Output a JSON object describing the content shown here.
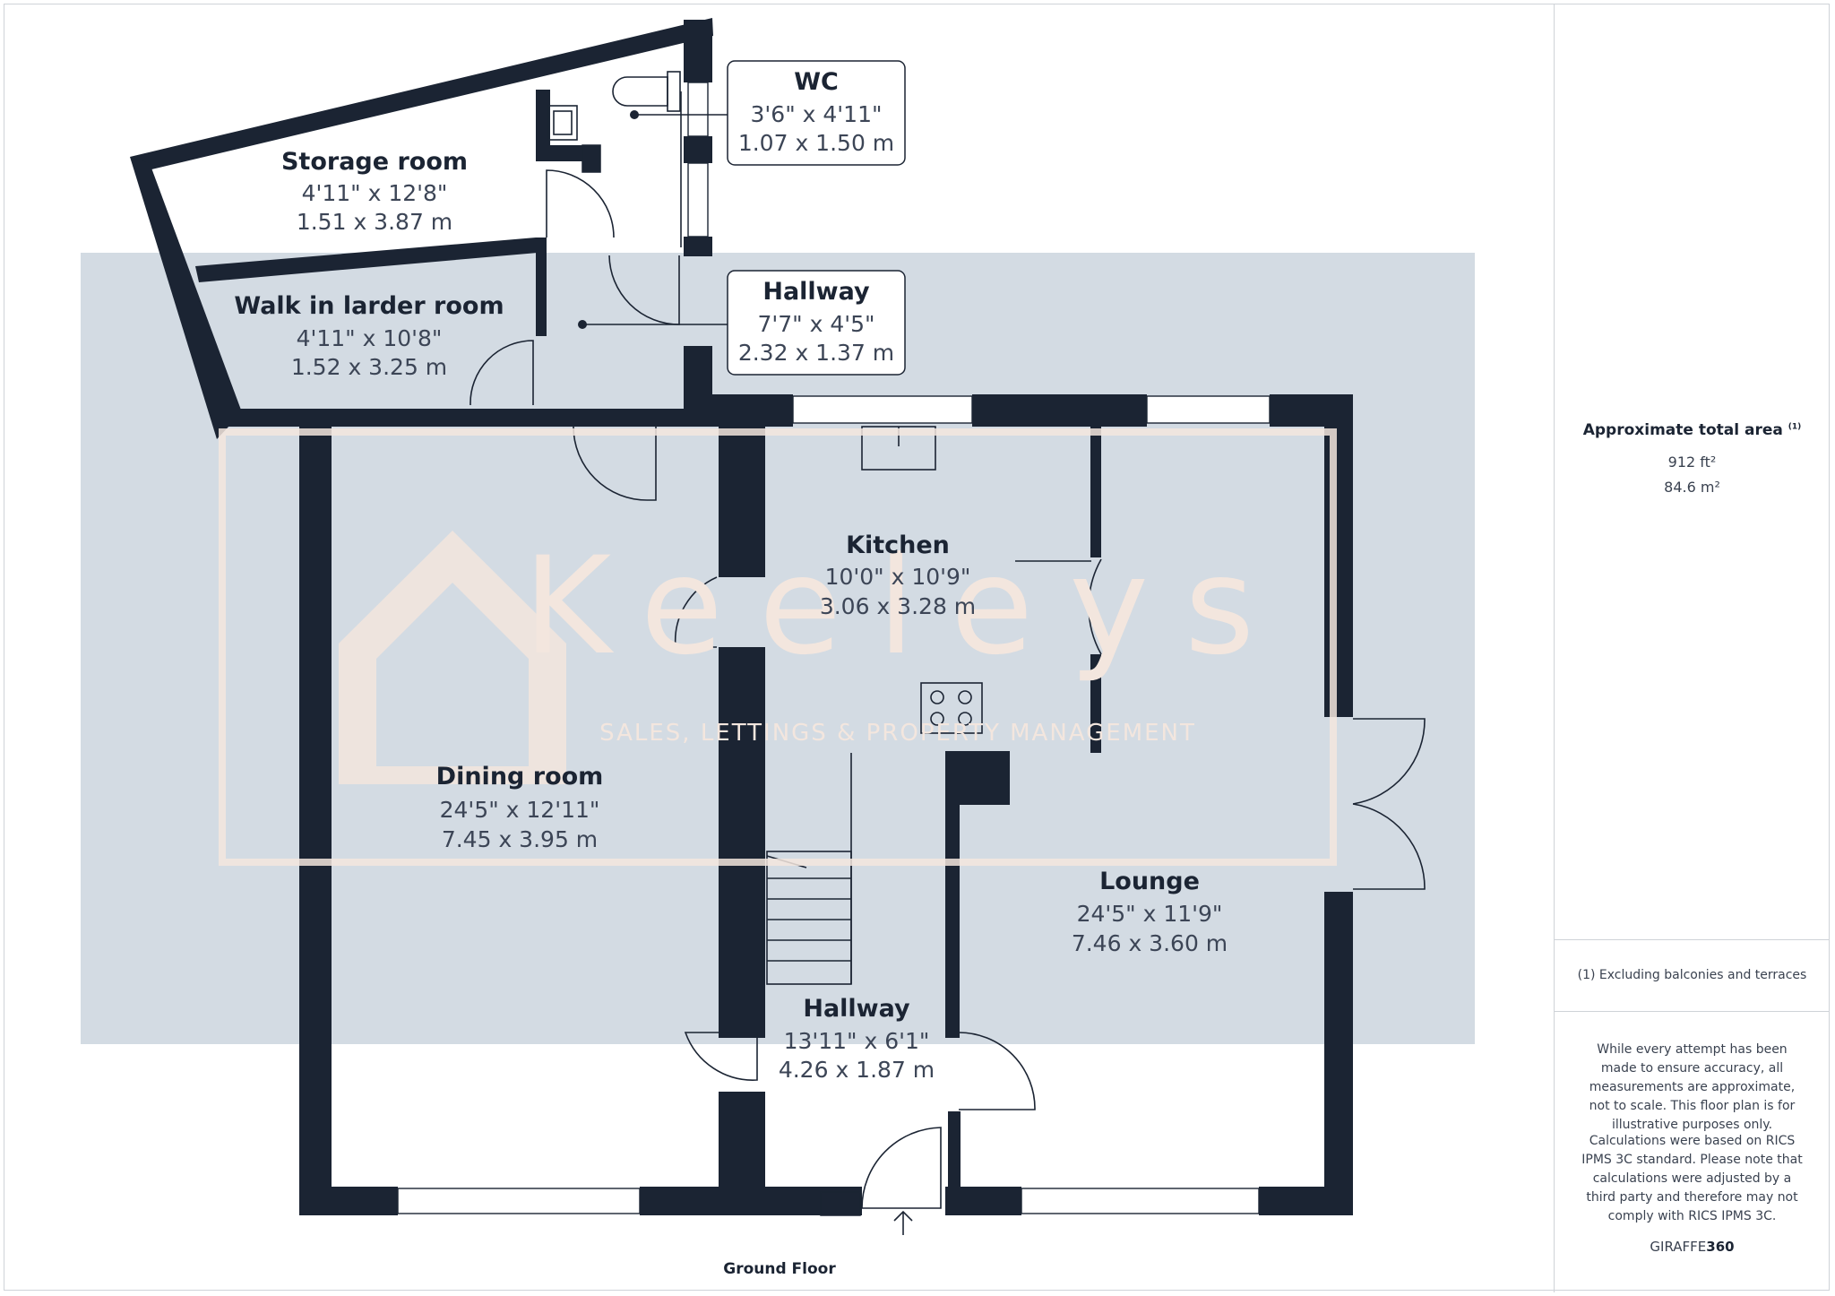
{
  "rooms": [
    {
      "id": "storage",
      "name": "Storage room",
      "imperial": "4'11\" x 12'8\"",
      "metric": "1.51 x 3.87 m"
    },
    {
      "id": "larder",
      "name": "Walk in larder room",
      "imperial": "4'11\" x 10'8\"",
      "metric": "1.52 x 3.25 m"
    },
    {
      "id": "kitchen",
      "name": "Kitchen",
      "imperial": "10'0\" x 10'9\"",
      "metric": "3.06 x 3.28 m"
    },
    {
      "id": "dining",
      "name": "Dining room",
      "imperial": "24'5\" x 12'11\"",
      "metric": "7.45 x 3.95 m"
    },
    {
      "id": "lounge",
      "name": "Lounge",
      "imperial": "24'5\" x 11'9\"",
      "metric": "7.46 x 3.60 m"
    },
    {
      "id": "hallway_main",
      "name": "Hallway",
      "imperial": "13'11\" x 6'1\"",
      "metric": "4.26 x 1.87 m"
    }
  ],
  "callouts": [
    {
      "id": "wc",
      "name": "WC",
      "imperial": "3'6\" x 4'11\"",
      "metric": "1.07 x 1.50 m"
    },
    {
      "id": "hallway_rear",
      "name": "Hallway",
      "imperial": "7'7\" x 4'5\"",
      "metric": "2.32 x 1.37 m"
    }
  ],
  "floor_label": "Ground Floor",
  "watermark": {
    "brand": "Keeleys",
    "tagline": "SALES, LETTINGS & PROPERTY MANAGEMENT"
  },
  "summary": {
    "area_title": "Approximate total area",
    "area_note_marker": "(1)",
    "area_ft": "912 ft²",
    "area_m": "84.6 m²",
    "footnote": "(1) Excluding balconies and terraces",
    "disclaimer_1": "While every attempt has been made to ensure accuracy, all measurements are approximate, not to scale. This floor plan is for illustrative purposes only.",
    "disclaimer_2": "Calculations were based on RICS IPMS 3C standard. Please note that calculations were adjusted by a third party and therefore may not comply with RICS IPMS 3C.",
    "brand_light": "GIRAFFE",
    "brand_bold": "360"
  },
  "colors": {
    "wall": "#1b2433",
    "watermark_band": "#d3dbe3",
    "watermark_brand": "#f3e6de"
  }
}
